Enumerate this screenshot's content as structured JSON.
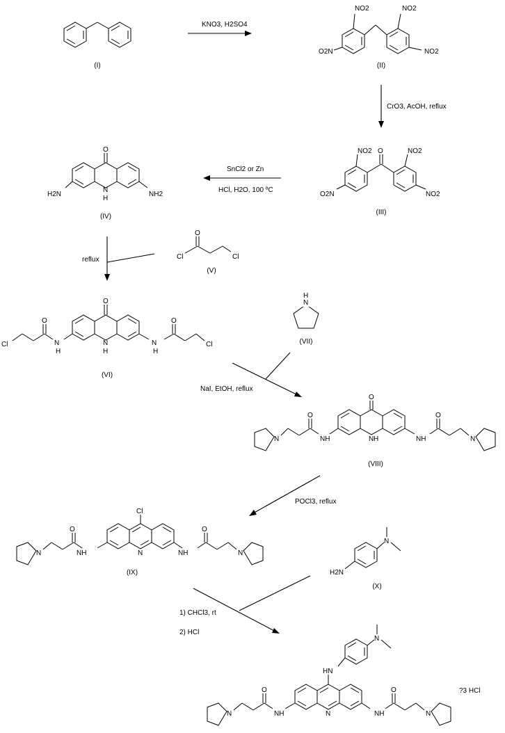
{
  "compounds": {
    "I": "(I)",
    "II": "(II)",
    "III": "(III)",
    "IV": "(IV)",
    "V": "(V)",
    "VI": "(VI)",
    "VII": "(VII)",
    "VIII": "(VIII)",
    "IX": "(IX)",
    "X": "(X)"
  },
  "conditions": {
    "step1": "KNO3, H2SO4",
    "step2": "CrO3, AcOH, reflux",
    "step3a": "SnCl2 or Zn",
    "step3b": "HCl, H2O, 100 ºC",
    "step4": "reflux",
    "step5": "NaI, EtOH, reflux",
    "step6": "POCl3, reflux",
    "step7a": "1) CHCl3, rt",
    "step7b": "2) HCl"
  },
  "salt": "?3 HCl",
  "atoms": {
    "no2": "NO2",
    "o2n": "O2N",
    "o": "O",
    "nh2": "NH2",
    "h2n": "H2N",
    "n": "N",
    "h": "H",
    "nh": "NH",
    "hn": "HN",
    "cl": "Cl"
  }
}
